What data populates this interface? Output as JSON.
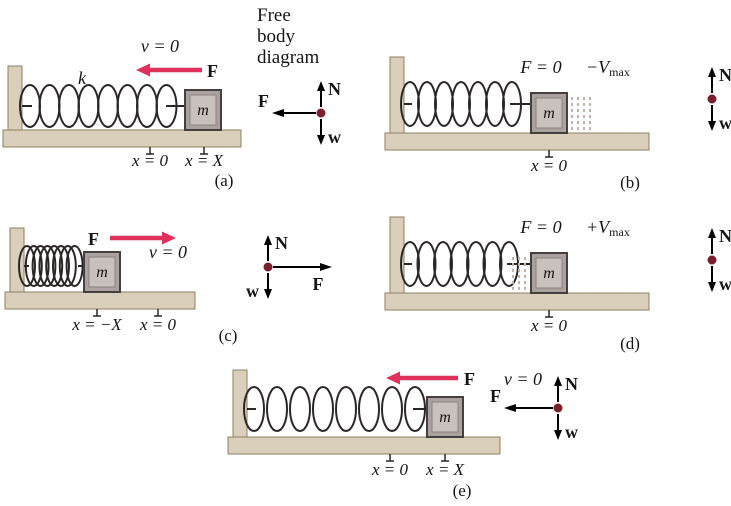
{
  "heading": {
    "line1": "Free",
    "line2": "body",
    "line3": "diagram"
  },
  "panels": {
    "a": {
      "caption": "(a)",
      "velocity_label": "v = 0",
      "applied_force_label": "F",
      "spring_constant_label": "k",
      "mass_label": "m",
      "tick_origin": "x = 0",
      "tick_displaced": "x = X",
      "fbd": {
        "normal": "N",
        "weight": "w",
        "force": "F"
      }
    },
    "b": {
      "caption": "(b)",
      "force_zero_label": "F = 0",
      "velocity_max_prefix": "−V",
      "velocity_max_sub": "max",
      "mass_label": "m",
      "tick_origin": "x = 0",
      "fbd": {
        "normal": "N",
        "weight": "w"
      }
    },
    "c": {
      "caption": "(c)",
      "velocity_label": "v = 0",
      "applied_force_label": "F",
      "mass_label": "m",
      "tick_displaced": "x = −X",
      "tick_origin": "x = 0",
      "fbd": {
        "normal": "N",
        "weight": "w",
        "force": "F"
      }
    },
    "d": {
      "caption": "(d)",
      "force_zero_label": "F = 0",
      "velocity_max_prefix": "+V",
      "velocity_max_sub": "max",
      "mass_label": "m",
      "tick_origin": "x = 0",
      "fbd": {
        "normal": "N",
        "weight": "w"
      }
    },
    "e": {
      "caption": "(e)",
      "velocity_label": "v = 0",
      "applied_force_label": "F",
      "mass_label": "m",
      "tick_origin": "x = 0",
      "tick_displaced": "x = X",
      "fbd": {
        "normal": "N",
        "weight": "w",
        "force": "F"
      }
    }
  },
  "colors": {
    "applied_force_arrow": "#e0315c",
    "surface_tan": "#d9cfba",
    "surface_edge": "#8d7f63",
    "spring_stroke": "#2b2727",
    "mass_fill": "#aaa29f",
    "mass_inner": "#c8c1be",
    "fbd_dot": "#7a1f2e",
    "fbd_arrow": "#000000"
  }
}
